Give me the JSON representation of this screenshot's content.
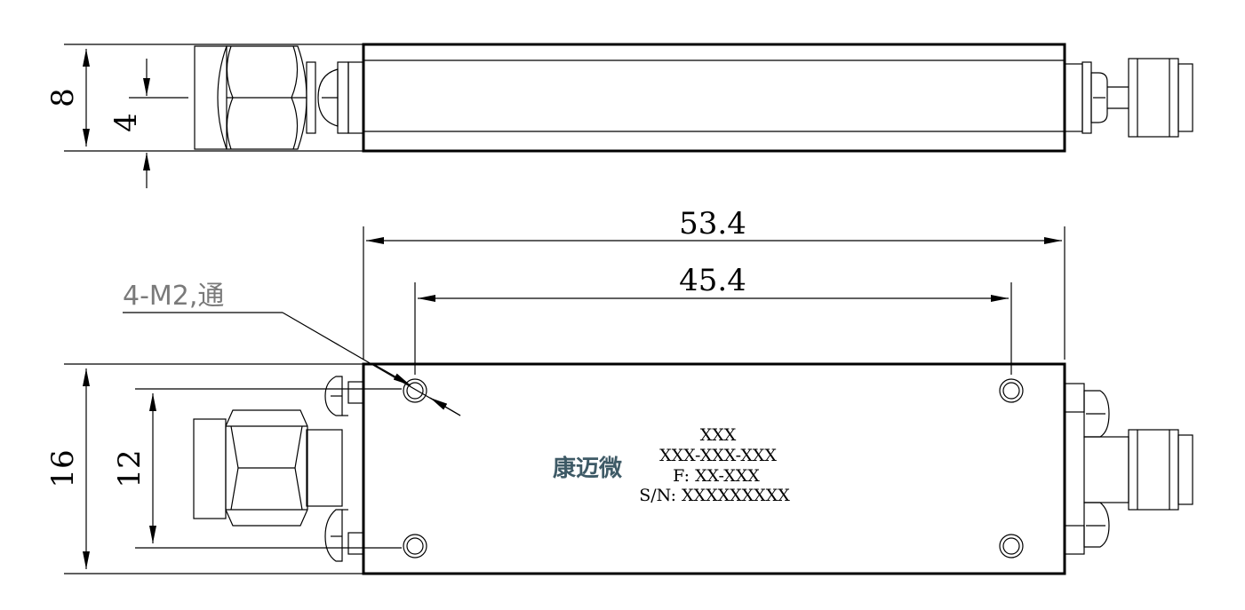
{
  "dimensions": {
    "side_height": "8",
    "side_connector": "4",
    "overall_length": "53.4",
    "hole_spacing": "45.4",
    "mount_holes": "4-M2,通",
    "body_width": "16",
    "connector_spacing": "12"
  },
  "label": {
    "logo": "康迈微",
    "model": "XXX",
    "part_number": "XXX-XXX-XXX",
    "frequency": "F: XX-XXX",
    "serial": "S/N: XXXXXXXXX"
  },
  "colors": {
    "line": "#000000",
    "logo": "#3e5a66",
    "note": "#7a7a7a"
  }
}
